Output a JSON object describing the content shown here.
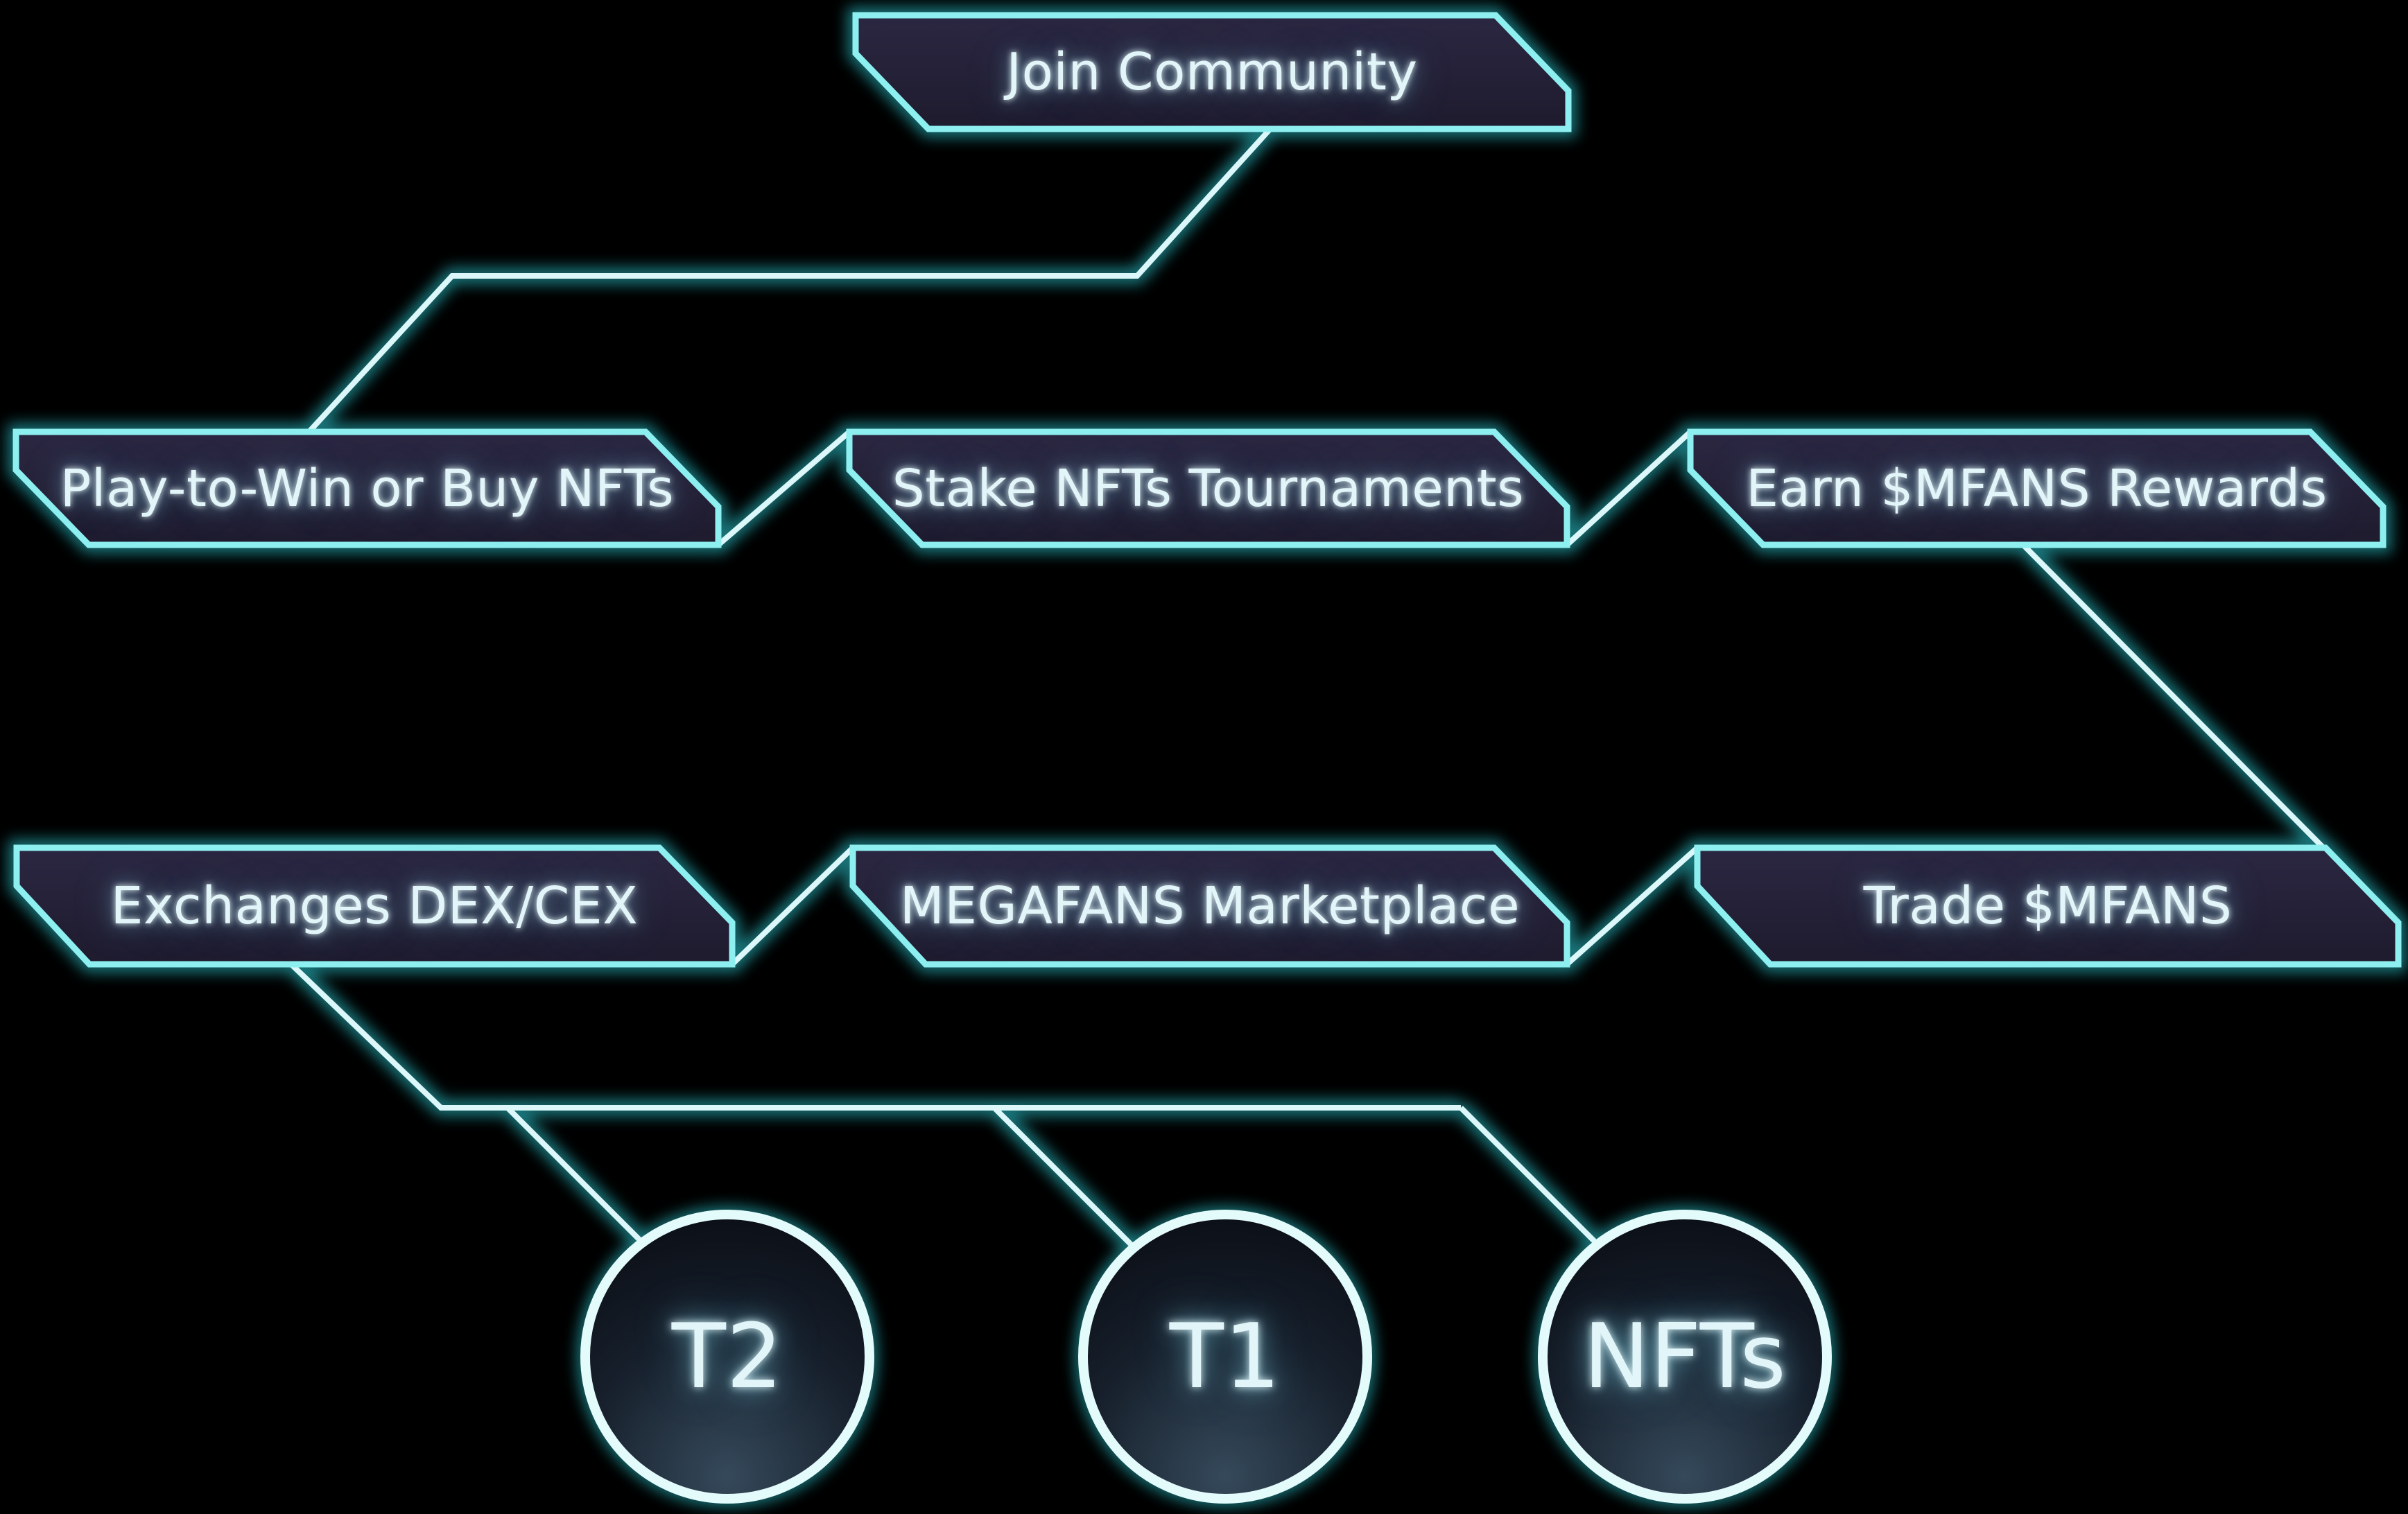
{
  "flow": {
    "start": {
      "label": "Join Community"
    },
    "middle_row": [
      {
        "label": "Play-to-Win or Buy NFTs"
      },
      {
        "label": "Stake NFTs Tournaments"
      },
      {
        "label": "Earn $MFANS Rewards"
      }
    ],
    "lower_row": [
      {
        "label": "Exchanges DEX/CEX"
      },
      {
        "label": "MEGAFANS Marketplace"
      },
      {
        "label": "Trade $MFANS"
      }
    ],
    "tokens": [
      {
        "label": "T2"
      },
      {
        "label": "T1"
      },
      {
        "label": "NFTs"
      }
    ]
  },
  "colors": {
    "background": "#000000",
    "node_border": "#8eeff0",
    "node_fill_top": "#2b2742",
    "node_fill_bottom": "#1e1b2e",
    "connector": "#dbf7f9",
    "circle_ring": "#e4fbfc",
    "circle_fill": "#16202c",
    "label_text": "#e2f6fa",
    "glow": "#2fd9e2"
  }
}
